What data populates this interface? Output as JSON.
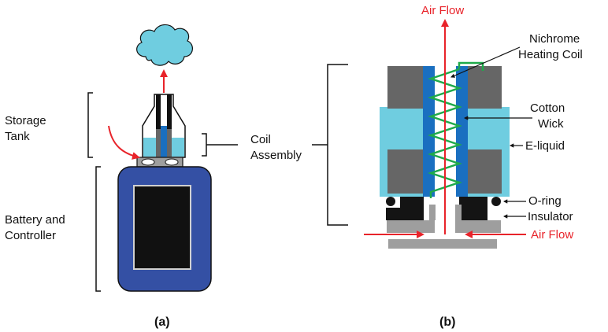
{
  "panel_a": {
    "caption": "(a)",
    "labels": {
      "storage_tank_line1": "Storage",
      "storage_tank_line2": "Tank",
      "coil_assembly_line1": "Coil",
      "coil_assembly_line2": "Assembly",
      "battery_line1": "Battery and",
      "battery_line2": "Controller"
    }
  },
  "panel_b": {
    "caption": "(b)",
    "labels": {
      "air_flow_top": "Air Flow",
      "nichrome_line1": "Nichrome",
      "nichrome_line2": "Heating Coil",
      "cotton_line1": "Cotton",
      "cotton_line2": "Wick",
      "e_liquid": "E-liquid",
      "o_ring": "O-ring",
      "insulator": "Insulator",
      "air_flow_bottom": "Air Flow"
    }
  },
  "colors": {
    "arrow_red": "#e8232a",
    "vapor_cloud": "#6fcde0",
    "e_liquid": "#6fcde0",
    "battery_blue": "#3450a4",
    "wick_blue": "#1a6fc0",
    "coil_green": "#1faa4a",
    "ceramic_gray": "#666666",
    "insulator_black": "#141414",
    "base_gray": "#9e9e9e"
  }
}
